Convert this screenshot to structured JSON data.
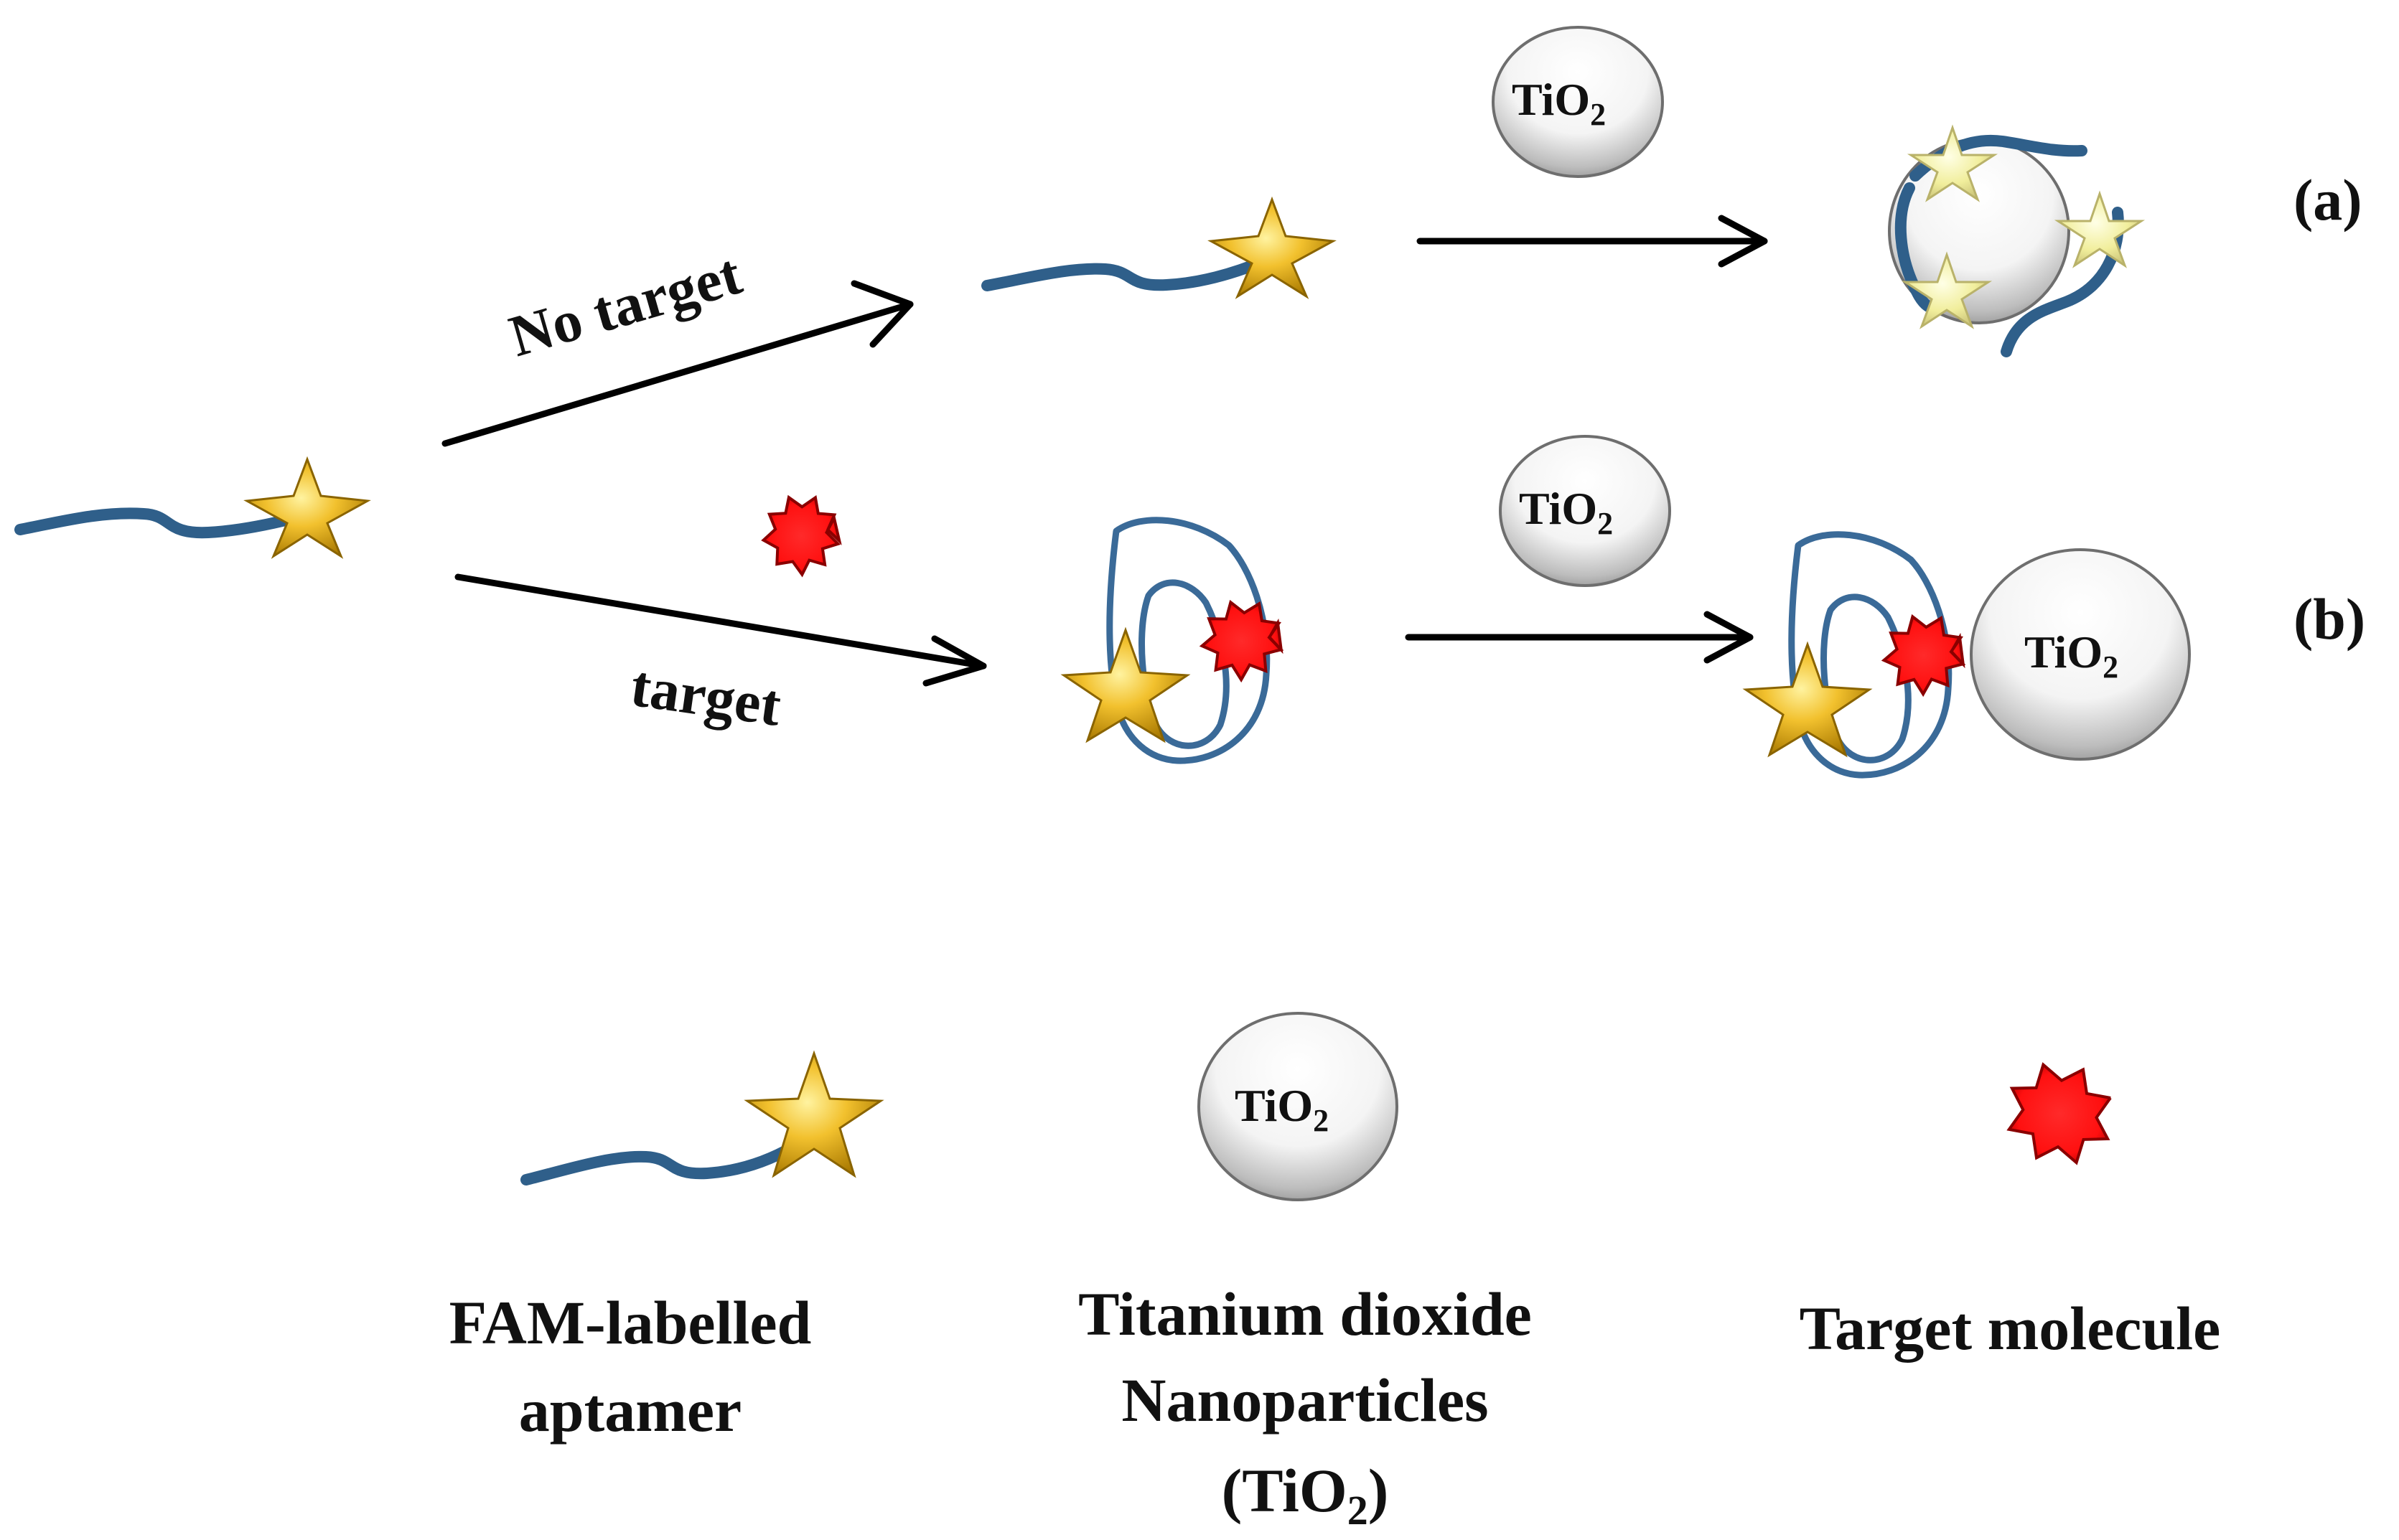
{
  "labels": {
    "no_target": "No target",
    "target": "target",
    "panel_a": "(a)",
    "panel_b": "(b)"
  },
  "tio2": {
    "main": "TiO",
    "sub": "2"
  },
  "legend": {
    "aptamer_line1": "FAM-labelled",
    "aptamer_line2": "aptamer",
    "tio2_line1": "Titanium dioxide",
    "tio2_line2": "Nanoparticles",
    "tio2_line3_main": "(TiO",
    "tio2_line3_sub": "2",
    "tio2_line3_end": ")",
    "target_molecule": "Target molecule"
  },
  "colors": {
    "strand": "#2f5f8a",
    "star_gold": "#f2c12e",
    "star_pale": "#f6f3a8",
    "target_red": "#ff1a1a",
    "sphere": "#f2f2f2"
  }
}
